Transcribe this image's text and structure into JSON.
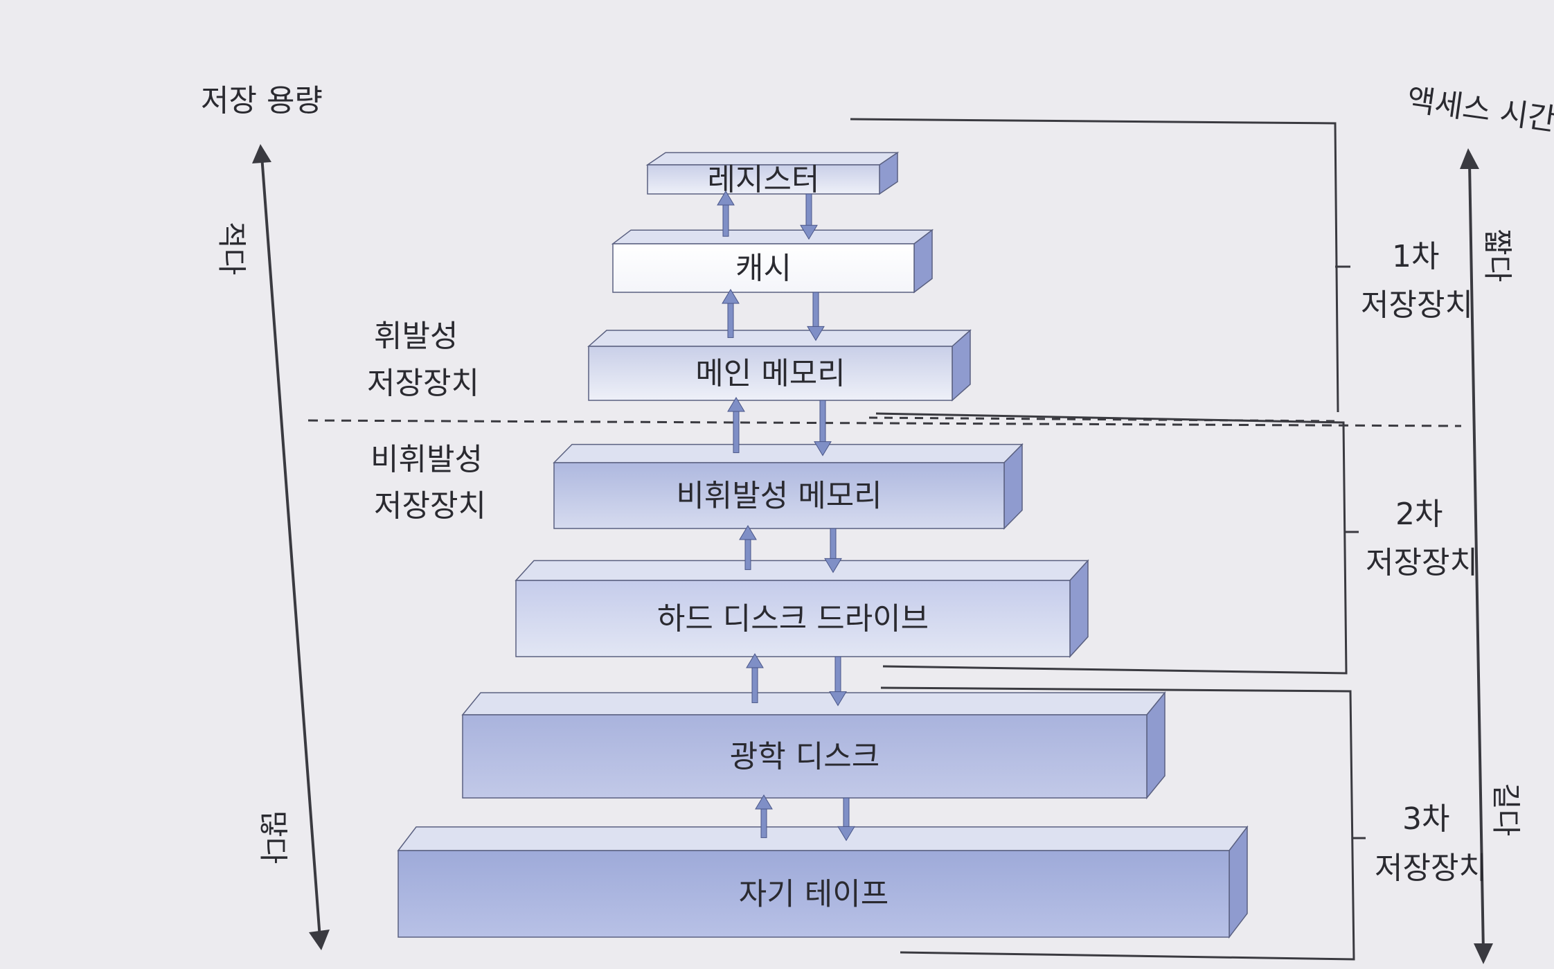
{
  "left_axis": {
    "title": "저장 용량",
    "top": "적다",
    "bottom": "많다"
  },
  "right_axis": {
    "title": "액세스 시간",
    "top": "짧다",
    "bottom": "길다"
  },
  "regions": {
    "volatile": [
      "휘발성",
      "저장장치"
    ],
    "nonvolatile": [
      "비휘발성",
      "저장장치"
    ]
  },
  "groups": {
    "primary": [
      "1차",
      "저장장치"
    ],
    "secondary": [
      "2차",
      "저장장치"
    ],
    "tertiary": [
      "3차",
      "저장장치"
    ]
  },
  "layers": [
    {
      "id": "register",
      "label": "레지스터",
      "tone": "light"
    },
    {
      "id": "cache",
      "label": "캐시",
      "tone": "white"
    },
    {
      "id": "main-memory",
      "label": "메인 메모리",
      "tone": "light"
    },
    {
      "id": "nonvolatile-memory",
      "label": "비휘발성 메모리",
      "tone": "mid"
    },
    {
      "id": "hard-disk-drive",
      "label": "하드 디스크 드라이브",
      "tone": "light2"
    },
    {
      "id": "optical-disk",
      "label": "광학 디스크",
      "tone": "mid2"
    },
    {
      "id": "magnetic-tape",
      "label": "자기 테이프",
      "tone": "dark"
    }
  ],
  "colors": {
    "front_light": "#dfe2f0",
    "front_mid": "#c6cce6",
    "front_dark": "#aab4dc",
    "arrow": "#7f8fc6",
    "line": "#3a3a40"
  }
}
